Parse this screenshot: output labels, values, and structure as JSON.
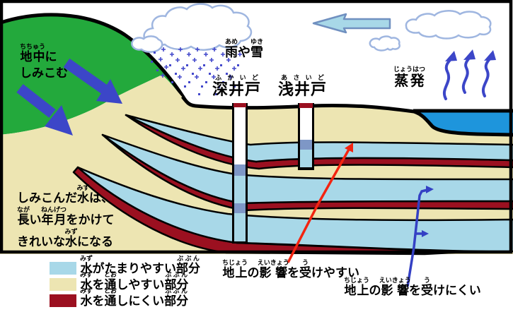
{
  "diagram_title": "groundwater-cross-section",
  "colors": {
    "hill_green": "#23A93C",
    "ground_tan": "#EDE5B2",
    "aquifer_blue": "#A8D8E8",
    "impermeable_red": "#9B1020",
    "sea_blue": "#1E95DC",
    "infiltration_arrow_blue": "#3C46C8",
    "cloud_outline_blue": "#9FB6E0",
    "rain_blue": "#4449CC",
    "wind_arrow_fill": "#A8D8E8",
    "wind_arrow_outline": "#7090C0",
    "well_screen_gray": "#7E97C6",
    "well_cap_red": "#9B1020",
    "pointer_red": "#F32410",
    "pointer_blue": "#3440C4",
    "outline_black": "#000000"
  },
  "labels": {
    "seep": {
      "line1": [
        {
          "t": "地中",
          "r": "ちちゅう"
        },
        {
          "t": "に"
        }
      ],
      "line2": [
        {
          "t": "しみこむ"
        }
      ]
    },
    "rain_snow": [
      {
        "t": "雨",
        "r": "あめ"
      },
      {
        "t": "や"
      },
      {
        "t": "雪",
        "r": "ゆき"
      }
    ],
    "deep_well": [
      {
        "t": "深井戸",
        "r": "ふかいど"
      }
    ],
    "shallow_well": [
      {
        "t": "浅井戸",
        "r": "あさいど"
      }
    ],
    "evaporation": [
      {
        "t": "蒸発",
        "r": "じょうはつ"
      }
    ],
    "seeped_note": {
      "line1": [
        {
          "t": "しみこんだ"
        },
        {
          "t": "水",
          "r": "みず"
        },
        {
          "t": "は、"
        }
      ],
      "line2": [
        {
          "t": "長",
          "r": "なが"
        },
        {
          "t": "い"
        },
        {
          "t": "年月",
          "r": "ねんげつ"
        },
        {
          "t": "をかけて"
        }
      ],
      "line3": [
        {
          "t": "きれいな"
        },
        {
          "t": "水",
          "r": "みず"
        },
        {
          "t": "になる"
        }
      ]
    },
    "affected": [
      {
        "t": "地上",
        "r": "ちじょう"
      },
      {
        "t": "の"
      },
      {
        "t": "影響",
        "r": "えいきょう"
      },
      {
        "t": "を"
      },
      {
        "t": "受",
        "r": "う"
      },
      {
        "t": "けやすい"
      }
    ],
    "unaffected": [
      {
        "t": "地上",
        "r": "ちじょう"
      },
      {
        "t": "の"
      },
      {
        "t": "影響",
        "r": "えいきょう"
      },
      {
        "t": "を"
      },
      {
        "t": "受",
        "r": "う"
      },
      {
        "t": "けにくい"
      }
    ]
  },
  "legend": {
    "items": [
      {
        "color": "#A8D8E8",
        "segs": [
          {
            "t": "水",
            "r": "みず"
          },
          {
            "t": "がたまりやすい"
          },
          {
            "t": "部分",
            "r": "ぶぶん"
          }
        ]
      },
      {
        "color": "#EDE5B2",
        "segs": [
          {
            "t": "水",
            "r": "みず"
          },
          {
            "t": "を"
          },
          {
            "t": "通",
            "r": "とお"
          },
          {
            "t": "しやすい"
          },
          {
            "t": "部分",
            "r": "ぶぶん"
          }
        ]
      },
      {
        "color": "#9B1020",
        "segs": [
          {
            "t": "水",
            "r": "みず"
          },
          {
            "t": "を"
          },
          {
            "t": "通",
            "r": "とお"
          },
          {
            "t": "しにくい"
          },
          {
            "t": "部分",
            "r": "ぶぶん"
          }
        ]
      }
    ]
  }
}
